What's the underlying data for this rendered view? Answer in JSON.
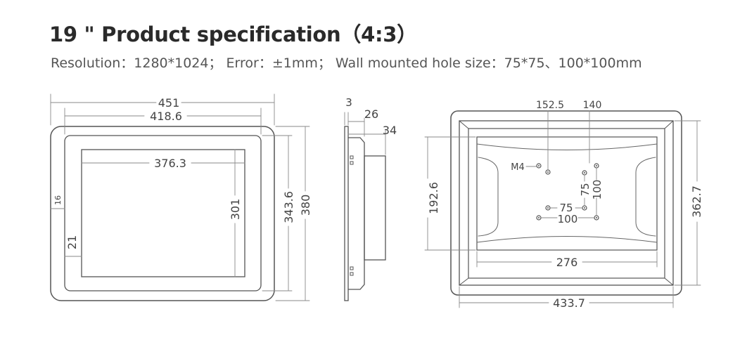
{
  "header": {
    "title": "19 \" Product specification（4:3）",
    "specs": "Resolution：1280*1024；  Error：±1mm；  Wall mounted hole size：75*75、100*100mm"
  },
  "front_view": {
    "width_overall": "451",
    "width_frame": "418.6",
    "width_screen": "376.3",
    "height_screen": "301",
    "height_frame": "343.6",
    "height_overall": "380",
    "bezel_side": "16",
    "bezel_bottom": "21"
  },
  "side_view": {
    "thickness_panel": "3",
    "depth_body": "26",
    "depth_total": "34"
  },
  "back_view": {
    "hole_x1": "152.5",
    "hole_x2": "140",
    "screw_label": "M4",
    "vesa_75_h": "75",
    "vesa_75_v": "75",
    "vesa_100_h": "100",
    "vesa_100_v": "100",
    "height_inner": "192.6",
    "height_outer": "362.7",
    "width_inner": "276",
    "width_outer": "433.7"
  },
  "colors": {
    "line": "#555555",
    "dim_line": "#8a8a8a",
    "text": "#444444"
  }
}
